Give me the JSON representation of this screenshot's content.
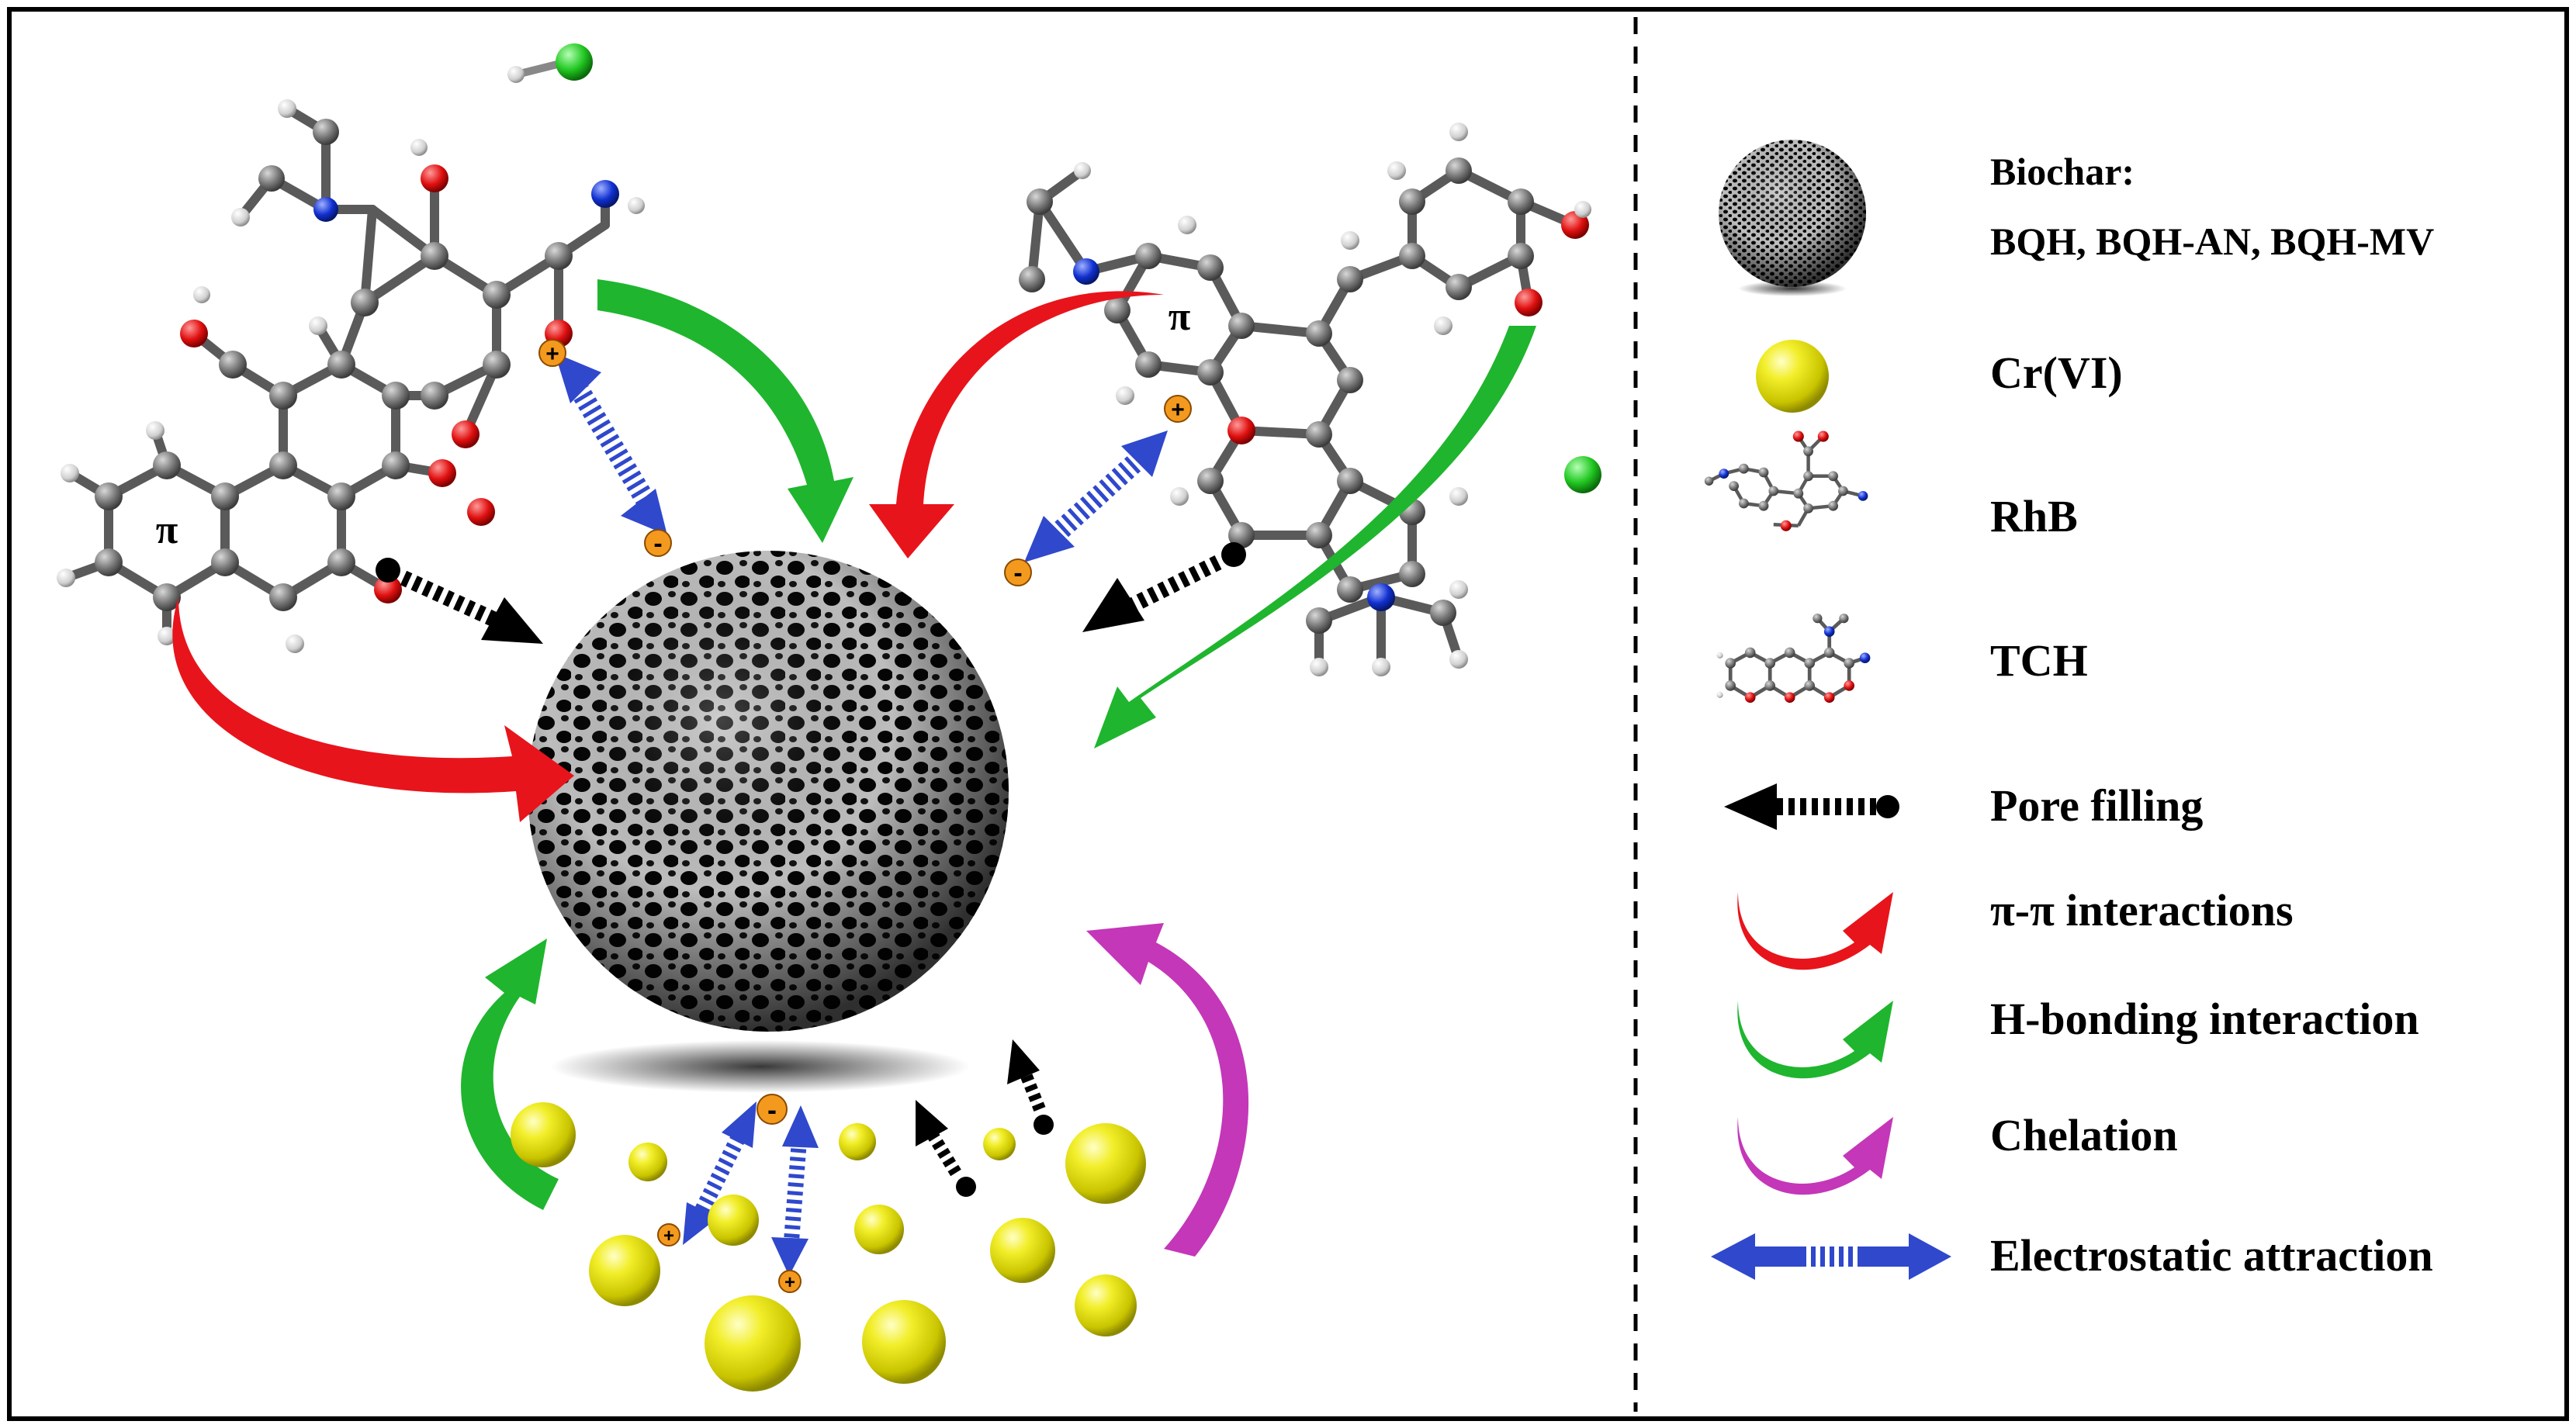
{
  "legend": {
    "biochar_title": "Biochar:",
    "biochar_types": "BQH, BQH-AN, BQH-MV",
    "cr": "Cr(VI)",
    "rhb": "RhB",
    "tch": "TCH",
    "pore_filling": "Pore filling",
    "pi_pi": "π-π interactions",
    "h_bonding": "H-bonding interaction",
    "chelation": "Chelation",
    "electrostatic": "Electrostatic attraction"
  },
  "symbols": {
    "pi": "π",
    "plus": "+",
    "minus": "-"
  },
  "colors": {
    "pi_pi_arrow": "#e8141b",
    "h_bond_arrow": "#1fb52e",
    "chelation_arrow": "#c437b8",
    "electrostatic_arrow": "#2f48cc",
    "cr_sphere": "#d8d40a",
    "charge_badge": "#f39a1e",
    "carbon_atom": "#7a7a7a",
    "oxygen_atom": "#e01010",
    "nitrogen_atom": "#1030d0",
    "chlorine_atom": "#22c722"
  },
  "icons": {
    "biochar": "porous-sphere-icon",
    "cr": "yellow-sphere-icon",
    "rhb": "molecule-icon",
    "tch": "molecule-icon",
    "pore_filling": "dotted-arrow-icon",
    "pi_pi": "curved-arrow-icon",
    "h_bonding": "curved-arrow-icon",
    "chelation": "curved-arrow-icon",
    "electrostatic": "double-arrow-icon"
  }
}
